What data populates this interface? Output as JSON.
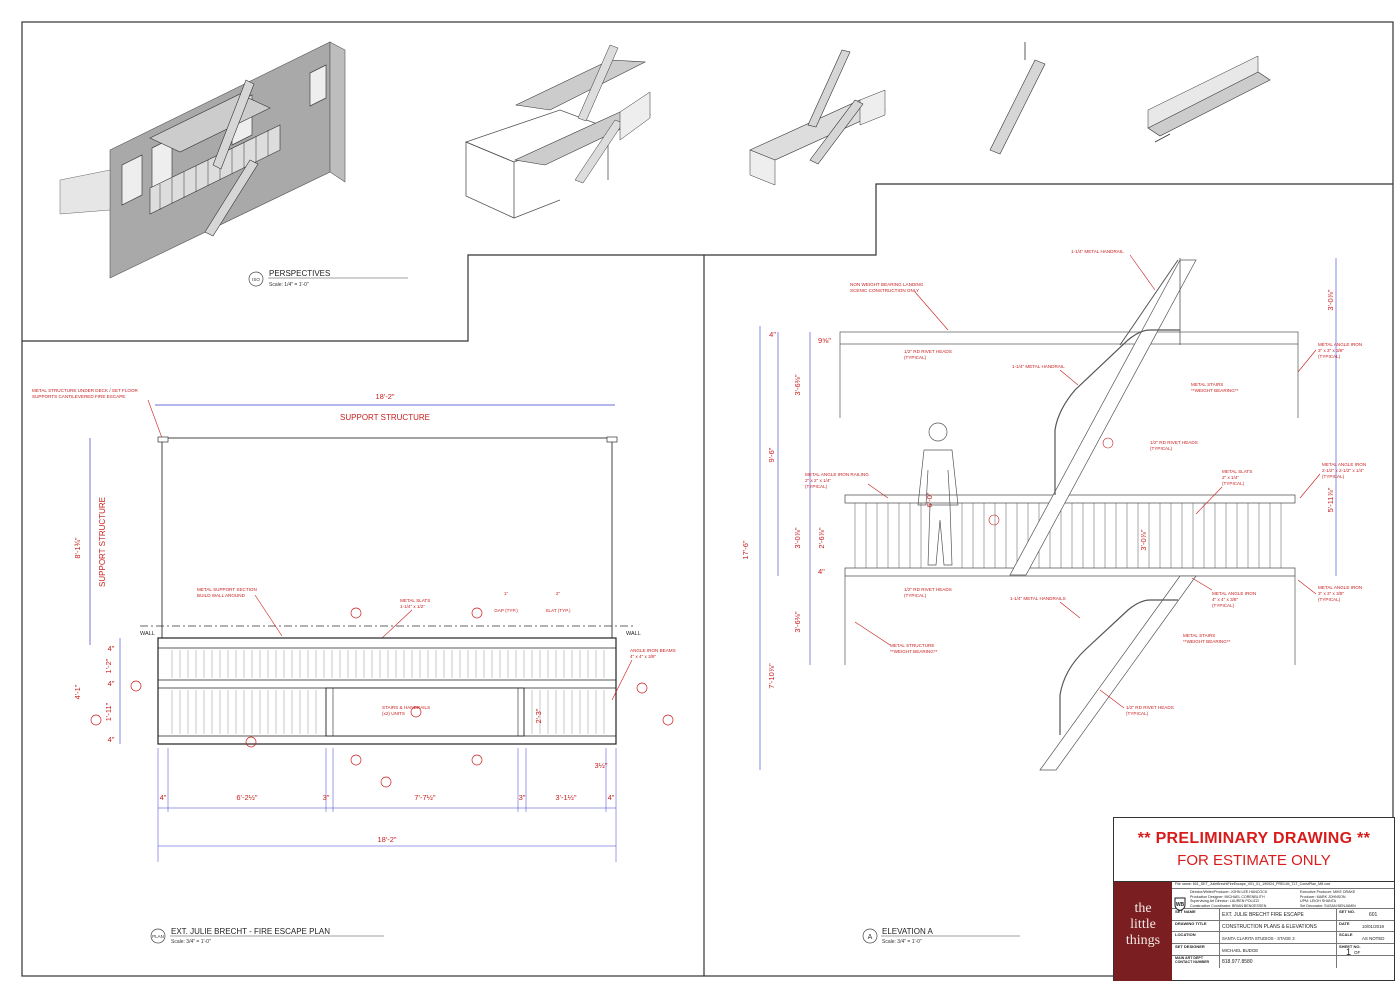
{
  "perspectives": {
    "tag": "ISO",
    "title": "PERSPECTIVES",
    "scale": "Scale: 1/4\" = 1'-0\""
  },
  "plan": {
    "tag": "PLAN",
    "title": "EXT. JULIE BRECHT - FIRE ESCAPE PLAN",
    "scale": "Scale: 3/4\" = 1'-0\"",
    "notes": {
      "metal_structure": [
        "METAL STRUCTURE UNDER DECK / SET FLOOR",
        "SUPPORTS CANTILEVERED FIRE ESCAPE"
      ],
      "support_top": "SUPPORT STRUCTURE",
      "support_side": "SUPPORT STRUCTURE",
      "metal_support": [
        "METAL SUPPORT SECTION",
        "BUILD WALL AROUND"
      ],
      "metal_slats": [
        "METAL SLATS",
        "1-1/4\" x 1/2\""
      ],
      "gap": "GAP (TYP.)",
      "slat": "SLAT (TYP.)",
      "wall_left": "WALL",
      "wall_right": "WALL",
      "angle_iron": [
        "ANGLE IRON BEAMS",
        "4\" x 4\" x 3/8\""
      ],
      "stairs": [
        "STAIRS & HANDRAILS",
        "(x2) UNITS"
      ]
    },
    "dims": {
      "top_width": "18'-2\"",
      "height": "8'-1¾\"",
      "gap": "1\"",
      "slat": "2\"",
      "d_4a": "4\"",
      "d_1_2": "1'-2\"",
      "d_4b": "4\"",
      "d_4_1": "4'-1\"",
      "d_1_11": "1'-11\"",
      "d_4c": "4\"",
      "d_2_3": "2'-3\"",
      "d_3_1_2": "3½\"",
      "bottom": [
        "4\"",
        "6'-2½\"",
        "3\"",
        "7'-7½\"",
        "3\"",
        "3'-1½\"",
        "4\""
      ],
      "total": "18'-2\""
    }
  },
  "elevation": {
    "tag": "A",
    "title": "ELEVATION A",
    "scale": "Scale: 3/4\" = 1'-0\"",
    "notes": {
      "handrail_top": "1-1/4\" METAL HANDRAIL",
      "non_weight": [
        "NON WEIGHT BEARING LANDING",
        "SCENIC CONSTRUCTION ONLY"
      ],
      "rivet1": [
        "1/2\" RD RIVET HEADS",
        "(TYPICAL)"
      ],
      "handrail_mid": "1-1/4\" METAL HANDRAIL",
      "stairs_upper": [
        "METAL STAIRS",
        "**WEIGHT BEARING**"
      ],
      "angle_upper": [
        "METAL ANGLE IRON",
        "3\" x 3\" x 3/8\"",
        "(TYPICAL)"
      ],
      "rivet2": [
        "1/2\" RD RIVET HEADS",
        "(TYPICAL)"
      ],
      "railing": [
        "METAL ANGLE IRON RAILING",
        "2\" x 2\" x 1/4\"",
        "(TYPICAL)"
      ],
      "slats": [
        "METAL SLATS",
        "2\" x 1/4\"",
        "(TYPICAL)"
      ],
      "angle_mid": [
        "METAL ANGLE IRON",
        "2-1/2\" x 2-1/2\" x 1/4\"",
        "(TYPICAL)"
      ],
      "rivet3": [
        "1/2\" RD RIVET HEADS",
        "(TYPICAL)"
      ],
      "handrails_low": "1-1/4\" METAL HANDRAILS",
      "angle_low": [
        "METAL ANGLE IRON",
        "4\" x 4\" x 3/8\"",
        "(TYPICAL)"
      ],
      "angle_right": [
        "METAL ANGLE IRON",
        "3\" x 3\" x 3/8\"",
        "(TYPICAL)"
      ],
      "structure": [
        "METAL STRUCTURE",
        "**WEIGHT BEARING**"
      ],
      "stairs_lower": [
        "METAL STAIRS",
        "**WEIGHT BEARING**"
      ],
      "rivet4": [
        "1/2\" RD RIVET HEADS",
        "(TYPICAL)"
      ]
    },
    "dims": {
      "d_4a": "4\"",
      "d_9_8": "9⅝\"",
      "d_3_6a": "3'-6⅜\"",
      "d_9_6": "9'-6\"",
      "d_17_6": "17'-6\"",
      "d_3_0a": "3'-0⅞\"",
      "d_2_6": "2'-6⅞\"",
      "d_4b": "4\"",
      "d_3_6b": "3'-6⅜\"",
      "d_7_10": "7'-10⅞\"",
      "d_6_0": "6'-0\"",
      "d_3_0b": "3'-0⅞\"",
      "r_3_0": "3'-0⅞\"",
      "r_5_11": "5'-11⅞\""
    }
  },
  "title_block": {
    "prelim": "** PRELIMINARY  DRAWING **",
    "estimate": "FOR ESTIMATE ONLY",
    "logo": [
      "the",
      "little",
      "things"
    ],
    "file_label": "File name:",
    "file_name": "601_SET_JulieBrechtFireEscape_V01_01_190924_PRELIM_TLT_ConstPlan_M8.vwx",
    "crew_left": [
      "Director/Writer/Producer: JOHN LEE HANCOCK",
      "Production Designer: MICHAEL CORENBLITH",
      "Supervising Art Director: LAUREN POLIZZI",
      "Construction Coordinator: BRIAN BENGESSEN"
    ],
    "crew_right": [
      "Executive Producer: MIKE DRAKE",
      "Producer: MARK JOHNSON",
      "UPM: LEIGH SHANTA",
      "Set Decorator: SUSAN BENJAMIN"
    ],
    "set_name_label": "SET NAME",
    "set_name": "EXT. JULIE BRECHT FIRE ESCAPE",
    "set_no_label": "SET NO.",
    "set_no": "601",
    "drawing_title_label": "DRAWING TITLE",
    "drawing_title": "CONSTRUCTION PLANS & ELEVATIONS",
    "date_label": "DATE",
    "date": "10/01/2019",
    "location_label": "LOCATION",
    "location": "SANTA CLARITA STUDIOS - STAGE 3",
    "scale_label": "SCALE",
    "scale": "AS NOTED",
    "designer_label": "SET DESIGNER",
    "designer": "MICHAEL BUDGE",
    "sheet_label": "SHEET NO.",
    "sheet": "1",
    "sheet_of": "OF",
    "contact_label": [
      "MAIN ART DEPT",
      "CONTACT NUMBER"
    ],
    "contact": "818.977.8580"
  }
}
